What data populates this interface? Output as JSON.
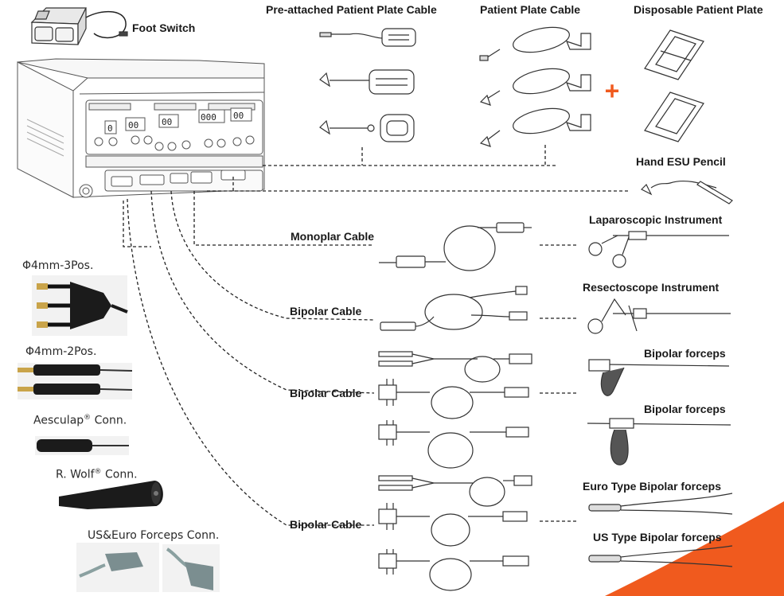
{
  "labels": {
    "foot_switch": "Foot Switch",
    "pre_attached_cable": "Pre-attached Patient Plate Cable",
    "patient_plate_cable": "Patient Plate Cable",
    "disposable_plate": "Disposable Patient Plate",
    "hand_pencil": "Hand ESU Pencil",
    "laparoscopic": "Laparoscopic Instrument",
    "resectoscope": "Resectoscope Instrument",
    "monopolar_cable": "Monoplar Cable",
    "bipolar_cable_1": "Bipolar Cable",
    "bipolar_cable_2": "Bipolar Cable",
    "bipolar_cable_3": "Bipolar Cable",
    "bipolar_forceps_1": "Bipolar forceps",
    "bipolar_forceps_2": "Bipolar forceps",
    "euro_forceps": "Euro Type Bipolar forceps",
    "us_forceps": "US Type Bipolar forceps"
  },
  "connectors": {
    "c3pos": "Φ4mm-3Pos.",
    "c2pos": "Φ4mm-2Pos.",
    "aesculap_name": "Aesculap",
    "aesculap_suffix": "Conn.",
    "wolf_name": "R. Wolf",
    "wolf_suffix": "Conn.",
    "us_euro": "US&Euro Forceps Conn.",
    "registered": "®"
  },
  "display": {
    "d1": "0",
    "d2": "00",
    "d3": "00",
    "d4": "000",
    "d5": "00"
  },
  "colors": {
    "accent": "#f05a1e",
    "plus": "#f05a1e"
  },
  "symbols": {
    "plus": "+"
  }
}
